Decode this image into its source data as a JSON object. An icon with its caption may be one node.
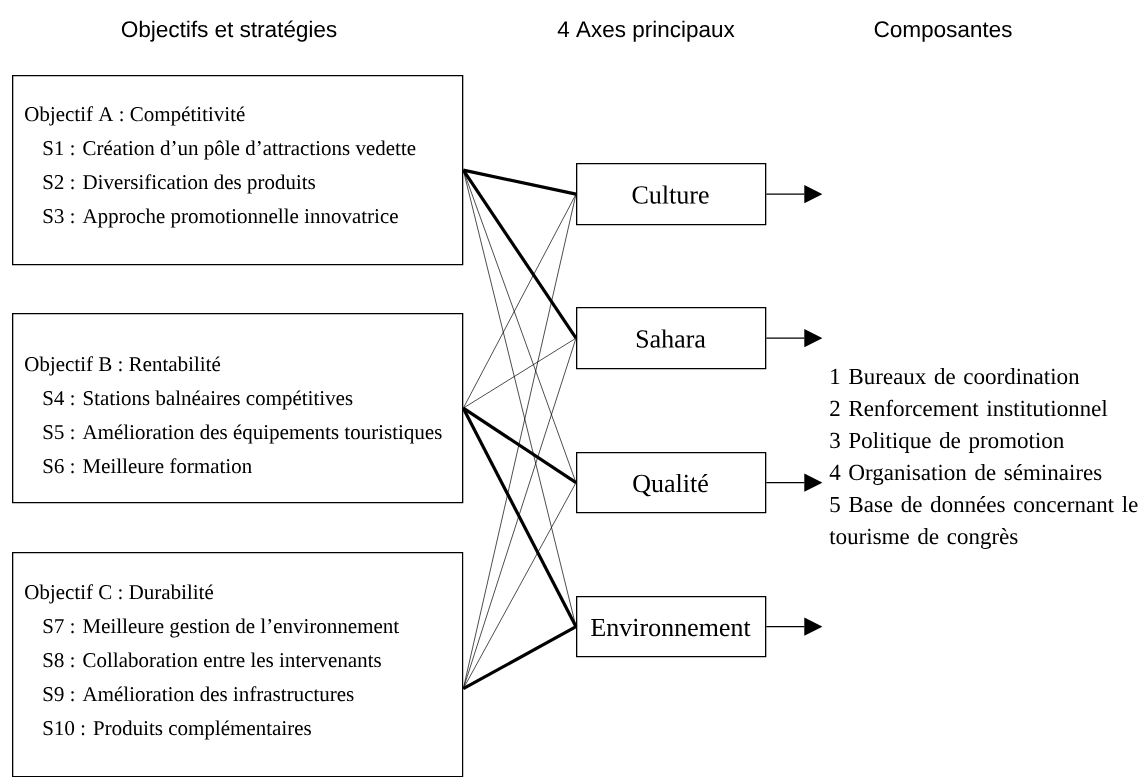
{
  "diagram": {
    "nodes": [
      {
        "text": [
          "Objectif A : Compétitivité",
          "S1 : Création d’un pôle d’attractions vedette",
          "S2 : Diversification des produits",
          "S3 : Approche promotionnelle innovatrice"
        ]
      },
      {
        "text": [
          "Objectif B : Rentabilité",
          "S4 : Stations balnéaires compétitives",
          "S5 : Amélioration des équipements touristiques",
          "S6 : Meilleure formation"
        ]
      },
      {
        "text": [
          "Objectif C : Durabilité",
          "S7 : Meilleure gestion de l’environnement",
          "S8 : Collaboration entre les intervenants",
          "S9 : Amélioration des infrastructures",
          "S10 : Produits complémentaires"
        ]
      },
      {
        "text": [
          "Culture"
        ]
      },
      {
        "text": [
          "Sahara"
        ]
      },
      {
        "text": [
          "Qualité"
        ]
      },
      {
        "text": [
          "Environnement"
        ]
      }
    ],
    "edges": [
      {
        "from": 0,
        "to": 3,
        "arrow": "none",
        "style": "thick"
      },
      {
        "from": 0,
        "to": 4,
        "arrow": "none",
        "style": "thick"
      },
      {
        "from": 0,
        "to": 5,
        "arrow": "none"
      },
      {
        "from": 0,
        "to": 6,
        "arrow": "none"
      },
      {
        "from": 1,
        "to": 3,
        "arrow": "none"
      },
      {
        "from": 1,
        "to": 4,
        "arrow": "none"
      },
      {
        "from": 1,
        "to": 5,
        "arrow": "none",
        "style": "thick"
      },
      {
        "from": 1,
        "to": 6,
        "arrow": "none",
        "style": "thick"
      },
      {
        "from": 2,
        "to": 3,
        "arrow": "none"
      },
      {
        "from": 2,
        "to": 4,
        "arrow": "none"
      },
      {
        "from": 2,
        "to": 5,
        "arrow": "none"
      },
      {
        "from": 2,
        "to": 6,
        "arrow": "none",
        "style": "thick"
      },
      {
        "from": 3,
        "to": null,
        "arrow": "to"
      },
      {
        "from": 4,
        "to": null,
        "arrow": "to"
      },
      {
        "from": 5,
        "to": null,
        "arrow": "to"
      },
      {
        "from": 6,
        "to": null,
        "arrow": "to"
      }
    ],
    "labels": [
      "Objectifs et stratégies",
      "4 Axes principaux",
      "Composantes",
      "1 Bureaux de coordination",
      "2 Renforcement institutionnel",
      "3 Politique de promotion",
      "4 Organisation de séminaires",
      "5 Base de données concernant le tourisme de congrès"
    ]
  }
}
